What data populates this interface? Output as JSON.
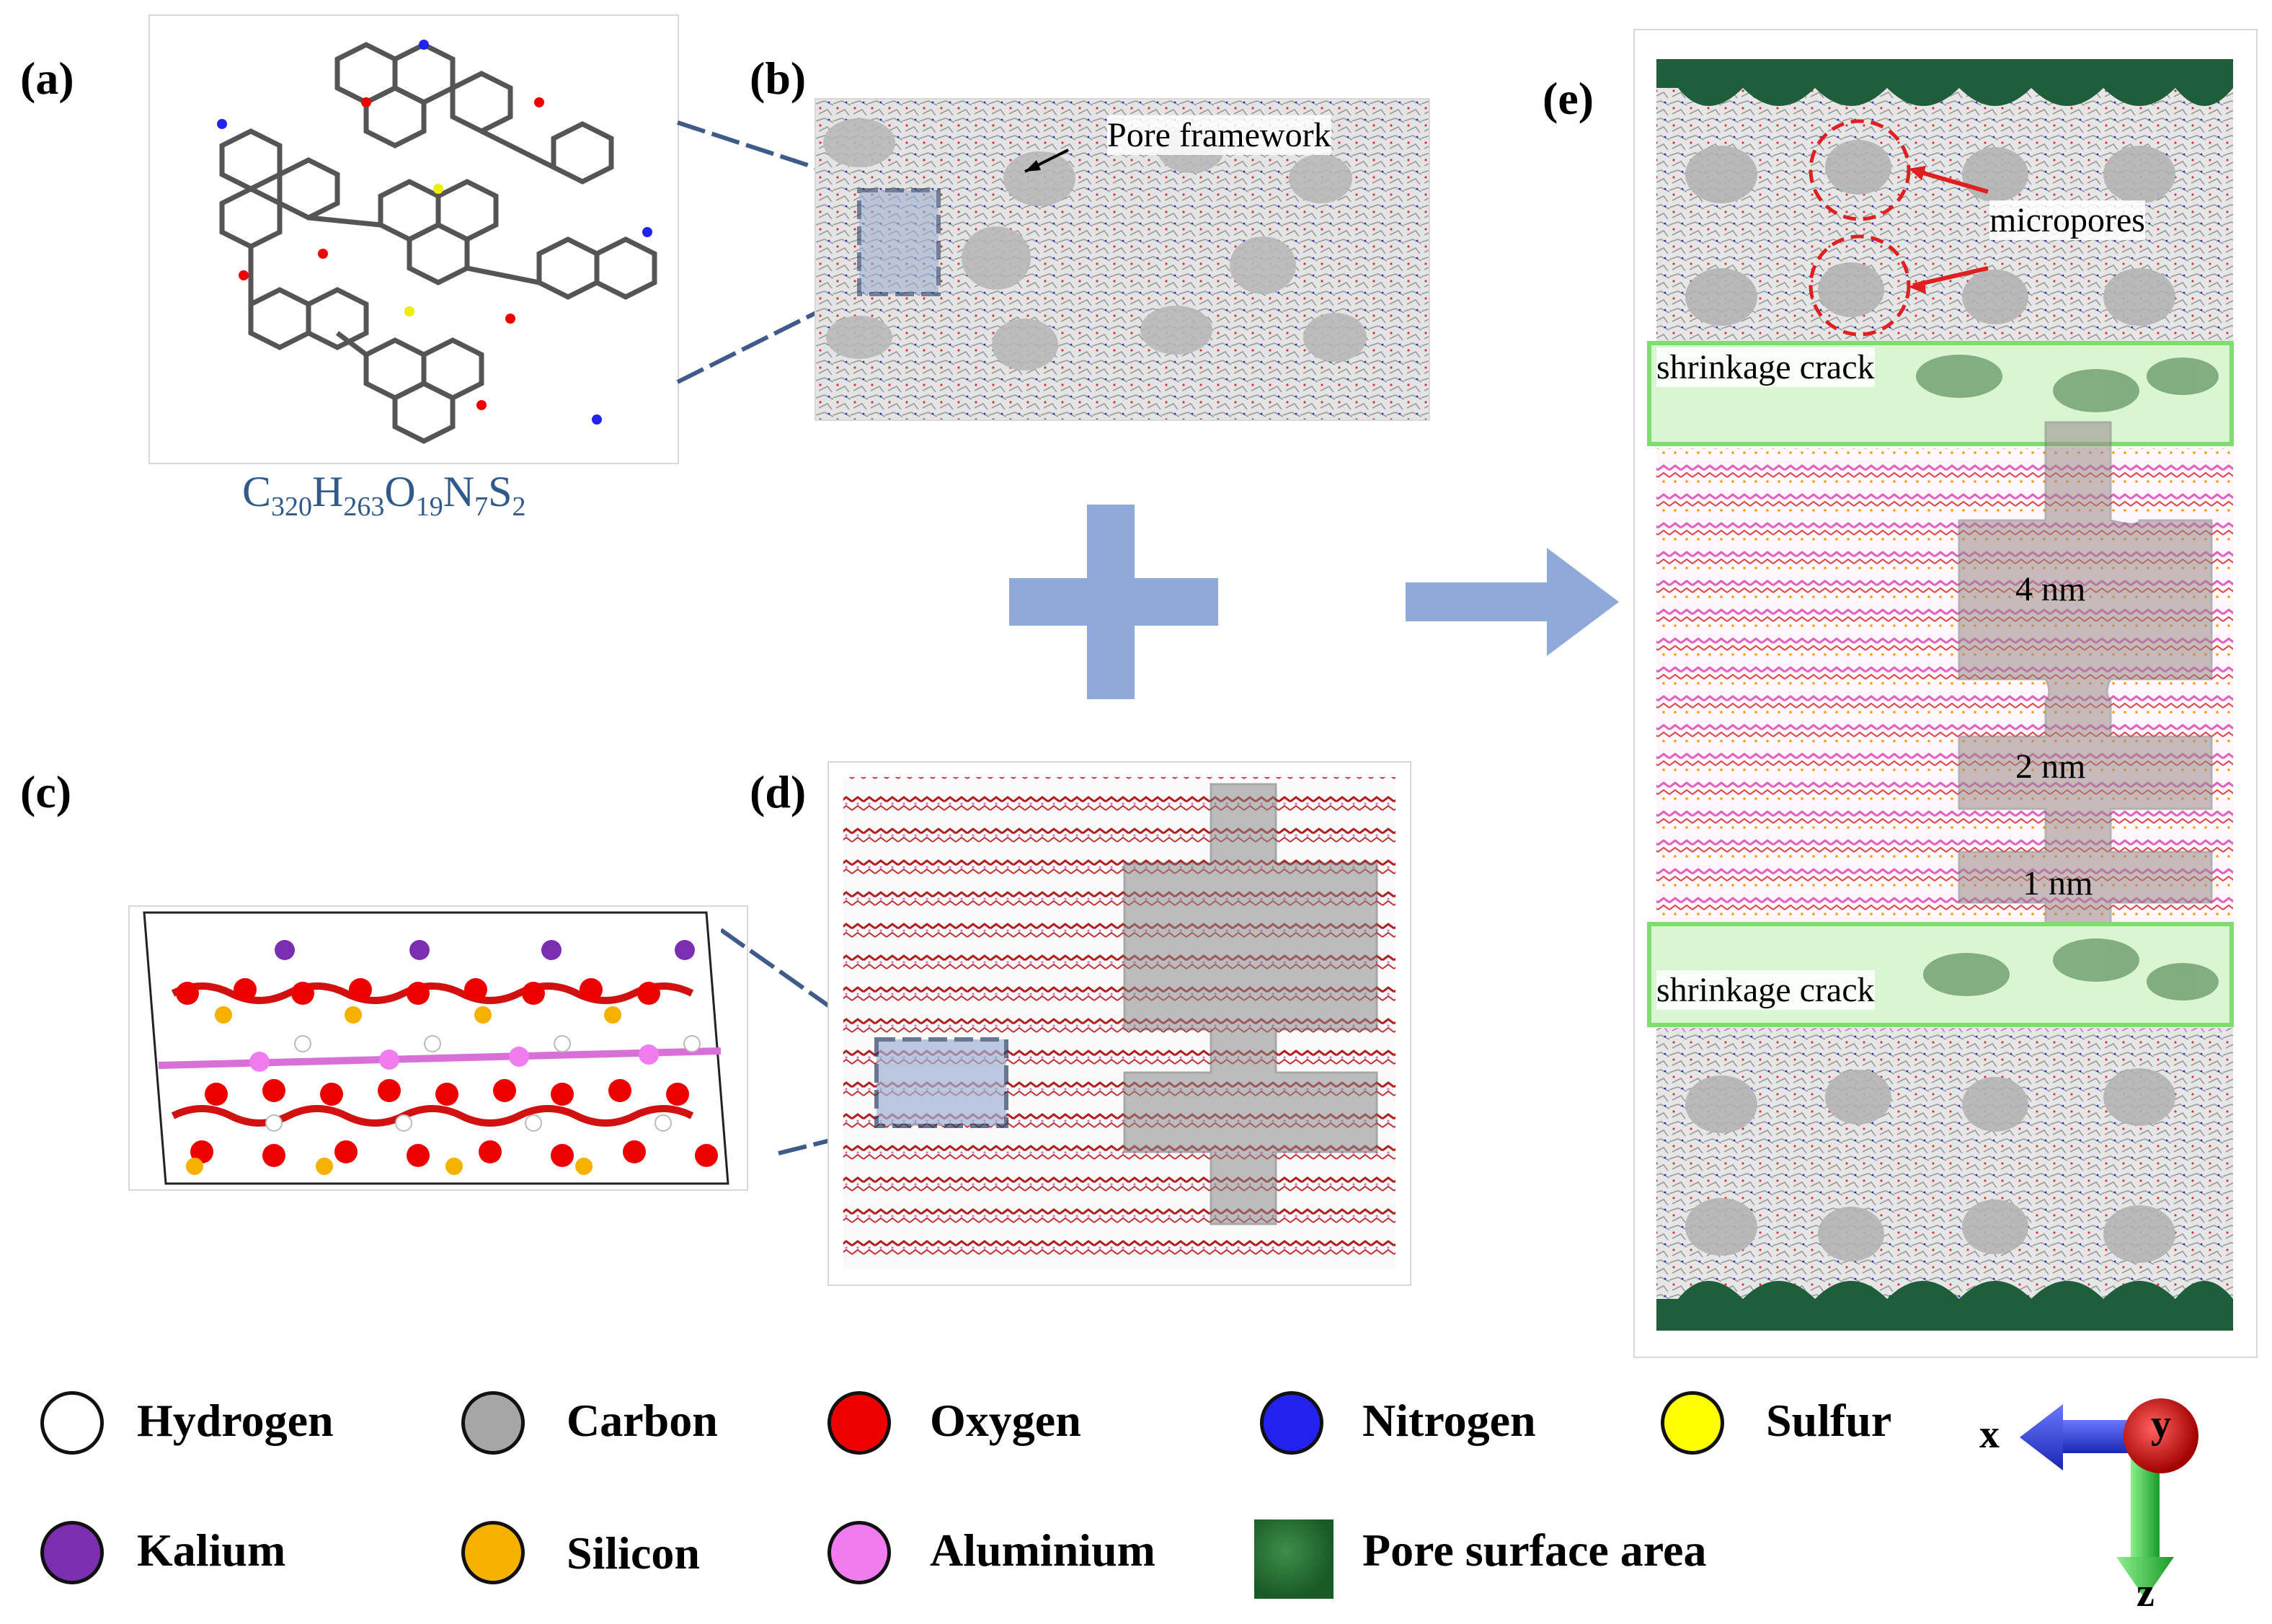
{
  "panels": {
    "a": "(a)",
    "b": "(b)",
    "c": "(c)",
    "d": "(d)",
    "e": "(e)"
  },
  "formula": {
    "parts": [
      "C",
      "320",
      "H",
      "263",
      "O",
      "19",
      "N",
      "7",
      "S",
      "2"
    ],
    "color": "#2f5a8a"
  },
  "annotations": {
    "pore_framework": "Pore framework",
    "micropores": "micropores",
    "shrinkage_crack_top": "shrinkage crack",
    "shrinkage_crack_bottom": "shrinkage crack",
    "dim_4nm": "4 nm",
    "dim_2nm": "2 nm",
    "dim_1nm": "1 nm"
  },
  "legend": [
    {
      "label": "Hydrogen",
      "color": "#ffffff",
      "icon": "circle"
    },
    {
      "label": "Carbon",
      "color": "#a6a6a6",
      "icon": "circle"
    },
    {
      "label": "Oxygen",
      "color": "#ee0000",
      "icon": "circle"
    },
    {
      "label": "Nitrogen",
      "color": "#2222ee",
      "icon": "circle"
    },
    {
      "label": "Sulfur",
      "color": "#ffff00",
      "icon": "circle"
    },
    {
      "label": "Kalium",
      "color": "#7a2fb0",
      "icon": "circle"
    },
    {
      "label": "Silicon",
      "color": "#f5b000",
      "icon": "circle"
    },
    {
      "label": "Aluminium",
      "color": "#f07cf0",
      "icon": "circle"
    },
    {
      "label": "Pore surface area",
      "color": "#1f6b2c",
      "icon": "swatch"
    }
  ],
  "axes": {
    "x": "x",
    "y": "y",
    "z": "z"
  },
  "colors": {
    "connector": "#3e5b8a",
    "plus_arrow": "#8fa9d9",
    "crack_box": "#7fdc6f",
    "micropore_circle": "#e02020",
    "pore_green": "#1e5e3a"
  },
  "icons": [
    "plus-icon",
    "right-arrow-icon",
    "axis-triad-icon"
  ]
}
